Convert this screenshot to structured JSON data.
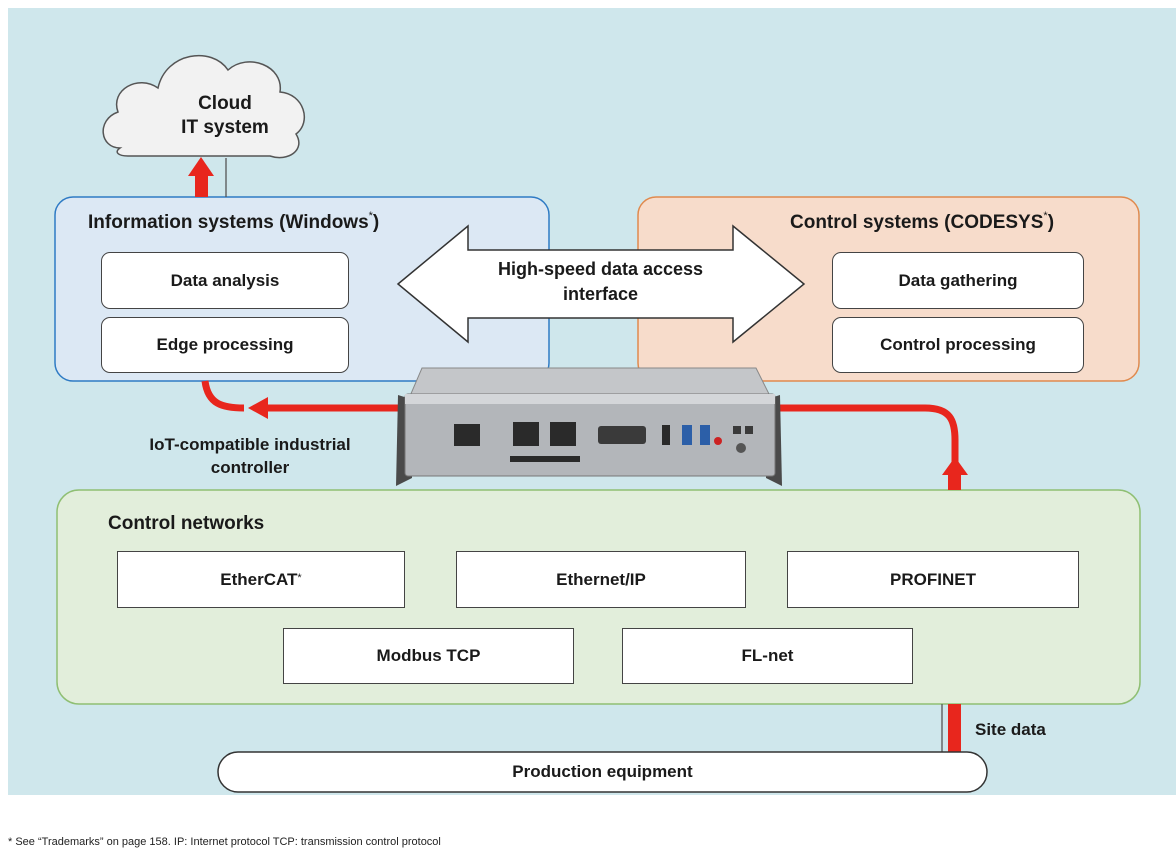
{
  "cloud": {
    "line1": "Cloud",
    "line2": "IT system"
  },
  "info_systems": {
    "title": "Information systems (Windows",
    "title_mark": "*",
    "title_end": ")",
    "items": [
      "Data analysis",
      "Edge processing"
    ]
  },
  "control_systems": {
    "title": "Control systems (CODESYS",
    "title_mark": "*",
    "title_end": ")",
    "items": [
      "Data gathering",
      "Control processing"
    ]
  },
  "interface_arrow": {
    "line1": "High-speed data access",
    "line2": "interface"
  },
  "controller_label": {
    "line1": "IoT-compatible industrial",
    "line2": "controller"
  },
  "control_networks": {
    "title": "Control networks",
    "items": [
      {
        "label": "EtherCAT",
        "mark": "*"
      },
      {
        "label": "Ethernet/IP",
        "mark": ""
      },
      {
        "label": "PROFINET",
        "mark": ""
      },
      {
        "label": "Modbus TCP",
        "mark": ""
      },
      {
        "label": "FL-net",
        "mark": ""
      }
    ]
  },
  "site_data": "Site data",
  "production": "Production equipment",
  "footnote": "* See “Trademarks” on page 158.  IP: Internet protocol   TCP: transmission control protocol",
  "colors": {
    "background": "#cfe7ec",
    "info_fill": "#dce8f4",
    "info_border": "#2f7bc4",
    "control_fill": "#f7dccb",
    "control_border": "#e08a4e",
    "network_fill": "#e2eedb",
    "network_border": "#8fbf73",
    "arrow_red": "#e8261d"
  }
}
